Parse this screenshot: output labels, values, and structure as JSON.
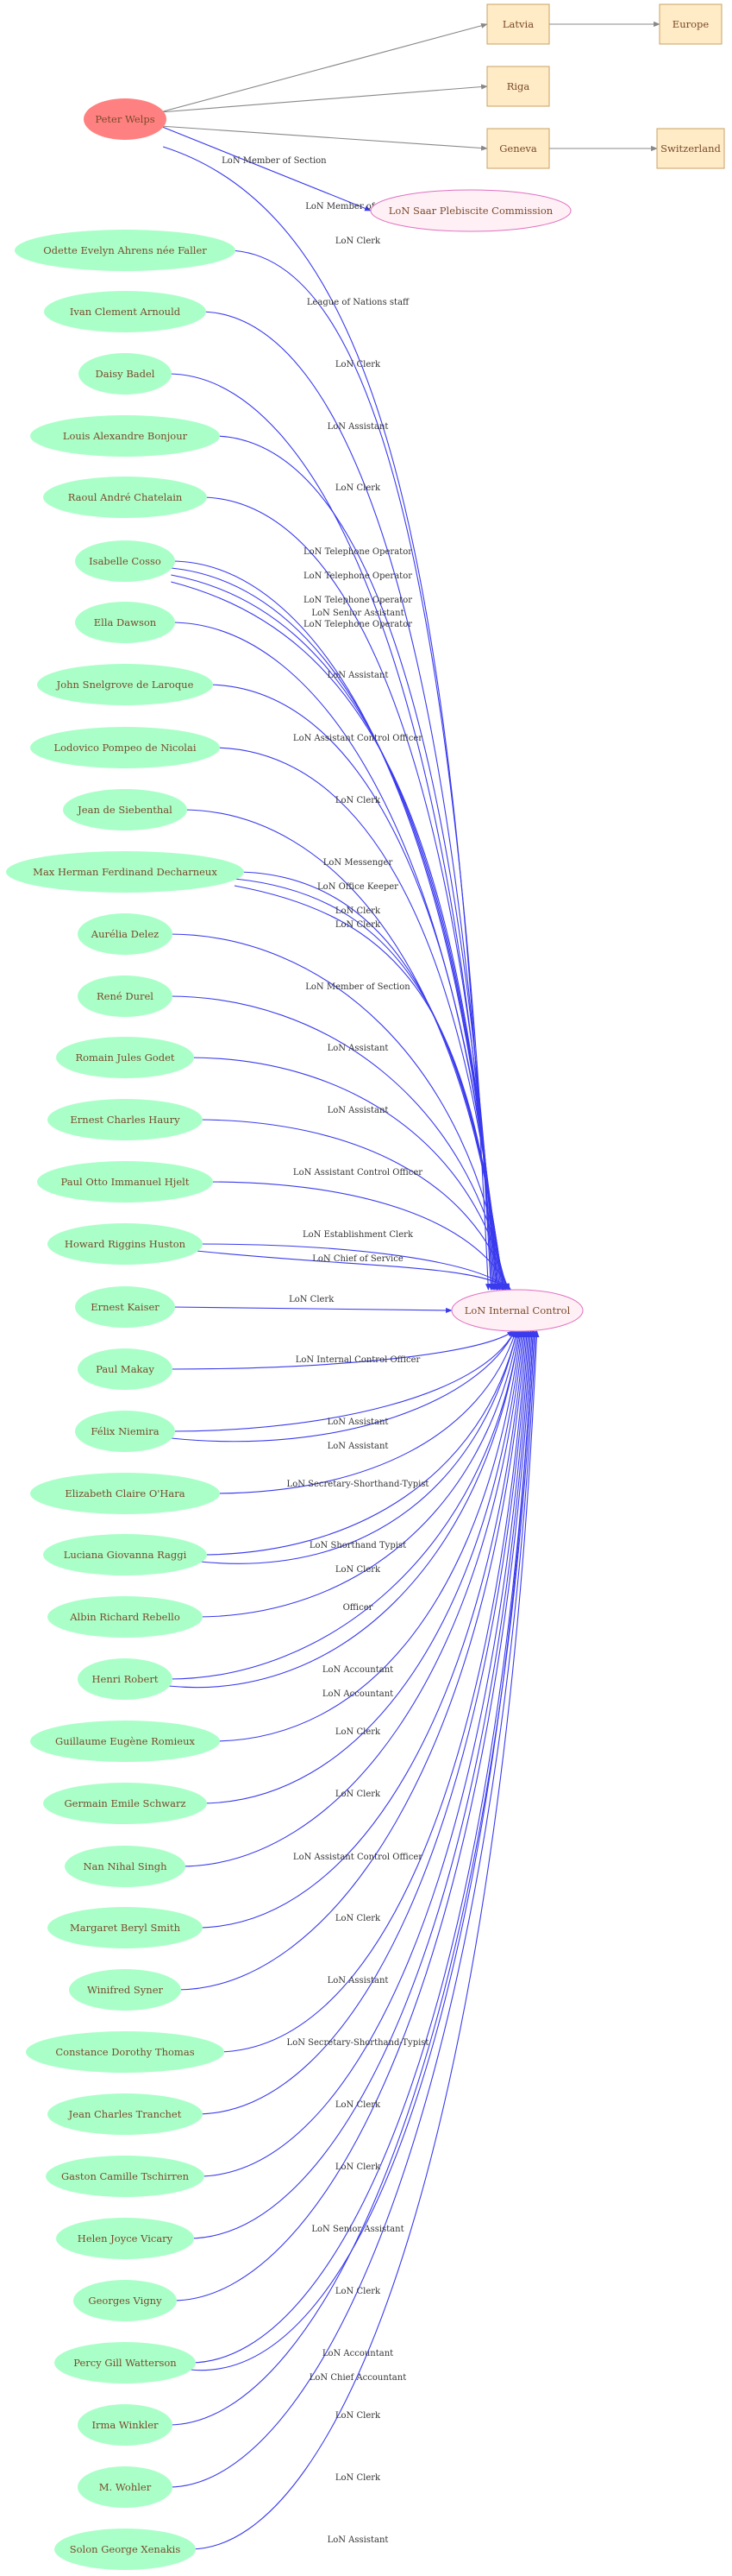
{
  "colors": {
    "person_fill": "#ff8080",
    "staff_fill": "#aaffc8",
    "place_fill": "#ffebc6",
    "place_stroke": "#c8a060",
    "org_fill": "#fff0f5",
    "org_stroke": "#e070c0",
    "lon_edge": "#3a3aee",
    "place_edge": "#888888",
    "label_color": "#7a4a2a"
  },
  "diagram": {
    "person": {
      "id": "peter",
      "label": "Peter Welps"
    },
    "places": [
      {
        "id": "latvia",
        "label": "Latvia"
      },
      {
        "id": "europe",
        "label": "Europe"
      },
      {
        "id": "riga",
        "label": "Riga"
      },
      {
        "id": "geneva",
        "label": "Geneva"
      },
      {
        "id": "switzerland",
        "label": "Switzerland"
      }
    ],
    "organizations": [
      {
        "id": "saar",
        "label": "LoN Saar Plebiscite Commission"
      },
      {
        "id": "lic",
        "label": "LoN Internal Control"
      }
    ],
    "staff": [
      {
        "label": "Odette Evelyn Ahrens née Faller"
      },
      {
        "label": "Ivan Clement Arnould"
      },
      {
        "label": "Daisy Badel"
      },
      {
        "label": "Louis Alexandre Bonjour"
      },
      {
        "label": "Raoul André Chatelain"
      },
      {
        "label": "Isabelle Cosso"
      },
      {
        "label": "Ella Dawson"
      },
      {
        "label": "John Snelgrove de Laroque"
      },
      {
        "label": "Lodovico Pompeo de Nicolai"
      },
      {
        "label": "Jean de Siebenthal"
      },
      {
        "label": "Max Herman Ferdinand Decharneux"
      },
      {
        "label": "Aurélia Delez"
      },
      {
        "label": "René  Durel"
      },
      {
        "label": "Romain Jules Godet"
      },
      {
        "label": "Ernest Charles Haury"
      },
      {
        "label": "Paul Otto Immanuel Hjelt"
      },
      {
        "label": "Howard Riggins Huston"
      },
      {
        "label": "Ernest Kaiser"
      },
      {
        "label": "Paul Makay"
      },
      {
        "label": "Félix Niemira"
      },
      {
        "label": "Elizabeth Claire O'Hara"
      },
      {
        "label": "Luciana Giovanna Raggi"
      },
      {
        "label": "Albin Richard Rebello"
      },
      {
        "label": "Henri Robert"
      },
      {
        "label": "Guillaume Eugène Romieux"
      },
      {
        "label": "Germain Emile Schwarz"
      },
      {
        "label": "Nan Nihal Singh"
      },
      {
        "label": "Margaret Beryl Smith"
      },
      {
        "label": "Winifred Syner"
      },
      {
        "label": "Constance Dorothy Thomas"
      },
      {
        "label": "Jean Charles Tranchet"
      },
      {
        "label": "Gaston Camille Tschirren"
      },
      {
        "label": "Helen Joyce Vicary"
      },
      {
        "label": "Georges  Vigny"
      },
      {
        "label": "Percy Gill Watterson"
      },
      {
        "label": "Irma Winkler"
      },
      {
        "label": "M. Wohler"
      },
      {
        "label": "Solon George Xenakis"
      }
    ],
    "edges": [
      {
        "from": "peter",
        "to": "latvia",
        "label": ""
      },
      {
        "from": "peter",
        "to": "riga",
        "label": ""
      },
      {
        "from": "peter",
        "to": "geneva",
        "label": ""
      },
      {
        "from": "peter",
        "to": "saar",
        "label": "LoN Member of Section"
      },
      {
        "from": "peter",
        "to": "lic",
        "label": "LoN Member of Section"
      },
      {
        "from": "latvia",
        "to": "europe",
        "label": ""
      },
      {
        "from": "geneva",
        "to": "switzerland",
        "label": ""
      },
      {
        "from": "Odette Evelyn Ahrens née Faller",
        "to": "lic",
        "label": "LoN Clerk"
      },
      {
        "from": "Ivan Clement Arnould",
        "to": "lic",
        "label": "League of Nations staff"
      },
      {
        "from": "Daisy Badel",
        "to": "lic",
        "label": "LoN Clerk"
      },
      {
        "from": "Louis Alexandre Bonjour",
        "to": "lic",
        "label": "LoN Assistant"
      },
      {
        "from": "Raoul André Chatelain",
        "to": "lic",
        "label": "LoN Clerk"
      },
      {
        "from": "Isabelle Cosso",
        "to": "lic",
        "label": "LoN Telephone Operator"
      },
      {
        "from": "Isabelle Cosso",
        "to": "lic",
        "label": "LoN Telephone Operator"
      },
      {
        "from": "Isabelle Cosso",
        "to": "lic",
        "label": "LoN Telephone Operator"
      },
      {
        "from": "Isabelle Cosso",
        "to": "lic",
        "label": "LoN Telephone Operator"
      },
      {
        "from": "Ella Dawson",
        "to": "lic",
        "label": "LoN Senior Assistant"
      },
      {
        "from": "John Snelgrove de Laroque",
        "to": "lic",
        "label": "LoN Assistant"
      },
      {
        "from": "Lodovico Pompeo de Nicolai",
        "to": "lic",
        "label": "LoN Assistant Control Officer"
      },
      {
        "from": "Jean de Siebenthal",
        "to": "lic",
        "label": "LoN Clerk"
      },
      {
        "from": "Max Herman Ferdinand Decharneux",
        "to": "lic",
        "label": "LoN Messenger"
      },
      {
        "from": "Max Herman Ferdinand Decharneux",
        "to": "lic",
        "label": "LoN Office Keeper"
      },
      {
        "from": "Max Herman Ferdinand Decharneux",
        "to": "lic",
        "label": "LoN Clerk"
      },
      {
        "from": "Aurélia Delez",
        "to": "lic",
        "label": "LoN Clerk"
      },
      {
        "from": "René  Durel",
        "to": "lic",
        "label": "LoN Member of Section"
      },
      {
        "from": "Romain Jules Godet",
        "to": "lic",
        "label": "LoN Assistant"
      },
      {
        "from": "Ernest Charles Haury",
        "to": "lic",
        "label": "LoN Assistant"
      },
      {
        "from": "Paul Otto Immanuel Hjelt",
        "to": "lic",
        "label": "LoN Assistant Control Officer"
      },
      {
        "from": "Howard Riggins Huston",
        "to": "lic",
        "label": "LoN Establishment Clerk"
      },
      {
        "from": "Howard Riggins Huston",
        "to": "lic",
        "label": "LoN Chief of Service"
      },
      {
        "from": "Ernest Kaiser",
        "to": "lic",
        "label": "LoN Clerk"
      },
      {
        "from": "Paul Makay",
        "to": "lic",
        "label": "LoN Internal Control Officer"
      },
      {
        "from": "Félix Niemira",
        "to": "lic",
        "label": "LoN Assistant"
      },
      {
        "from": "Félix Niemira",
        "to": "lic",
        "label": "LoN Assistant"
      },
      {
        "from": "Elizabeth Claire O'Hara",
        "to": "lic",
        "label": "LoN Secretary-Shorthand-Typist"
      },
      {
        "from": "Luciana Giovanna Raggi",
        "to": "lic",
        "label": "LoN Shorthand Typist"
      },
      {
        "from": "Luciana Giovanna Raggi",
        "to": "lic",
        "label": "LoN Clerk"
      },
      {
        "from": "Albin Richard Rebello",
        "to": "lic",
        "label": "Officer"
      },
      {
        "from": "Henri Robert",
        "to": "lic",
        "label": "LoN Accountant"
      },
      {
        "from": "Henri Robert",
        "to": "lic",
        "label": "LoN Accountant"
      },
      {
        "from": "Guillaume Eugène Romieux",
        "to": "lic",
        "label": "LoN Clerk"
      },
      {
        "from": "Germain Emile Schwarz",
        "to": "lic",
        "label": "LoN Clerk"
      },
      {
        "from": "Nan Nihal Singh",
        "to": "lic",
        "label": "LoN Assistant Control Officer"
      },
      {
        "from": "Margaret Beryl Smith",
        "to": "lic",
        "label": "LoN Clerk"
      },
      {
        "from": "Winifred Syner",
        "to": "lic",
        "label": "LoN Assistant"
      },
      {
        "from": "Constance Dorothy Thomas",
        "to": "lic",
        "label": "LoN Secretary-Shorthand-Typist"
      },
      {
        "from": "Jean Charles Tranchet",
        "to": "lic",
        "label": "LoN Clerk"
      },
      {
        "from": "Gaston Camille Tschirren",
        "to": "lic",
        "label": "LoN Clerk"
      },
      {
        "from": "Helen Joyce Vicary",
        "to": "lic",
        "label": "LoN Senior Assistant"
      },
      {
        "from": "Georges  Vigny",
        "to": "lic",
        "label": "LoN Clerk"
      },
      {
        "from": "Percy Gill Watterson",
        "to": "lic",
        "label": "LoN Accountant"
      },
      {
        "from": "Percy Gill Watterson",
        "to": "lic",
        "label": "LoN Chief Accountant"
      },
      {
        "from": "Irma Winkler",
        "to": "lic",
        "label": "LoN Clerk"
      },
      {
        "from": "M. Wohler",
        "to": "lic",
        "label": "LoN Clerk"
      },
      {
        "from": "Solon George Xenakis",
        "to": "lic",
        "label": "LoN Assistant"
      }
    ]
  }
}
